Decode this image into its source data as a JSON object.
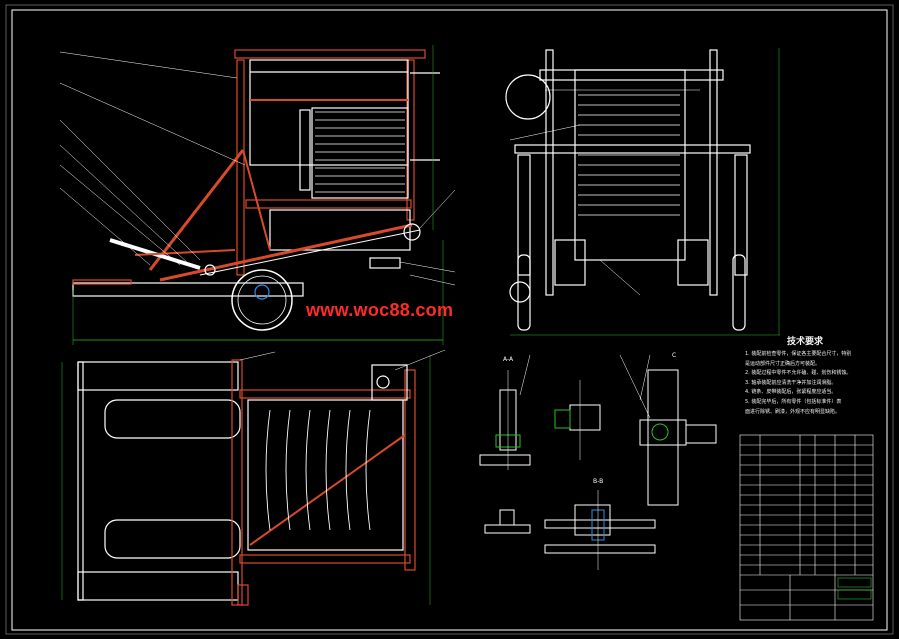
{
  "watermark": "www.woc88.com",
  "tech_requirements": {
    "title": "技术要求",
    "notes": [
      "1. 装配前检查零件，保证各主要配合尺寸，特别",
      "是运动部件尺寸正确后方可装配。",
      "2. 装配过程中零件不允许磕、碰、划伤和锈蚀。",
      "3. 轴承装配前应清洗干净并加注润滑脂。",
      "4. 链条、皮带装配后，张紧程度应适当。",
      "5. 装配完毕后，所有零件（包括标准件）表",
      "面进行除锈、刷漆，外观不应有明显缺陷。"
    ]
  },
  "view_labels": {
    "section_aa": "A-A",
    "section_bb": "B-B",
    "detail_c": "C"
  },
  "colors": {
    "frame": "#d84a2a",
    "outline": "#ffffff",
    "dimension": "#27c227",
    "leader": "#ffffff",
    "detail": "#2a8ee8",
    "highlight": "#e8e82a"
  }
}
